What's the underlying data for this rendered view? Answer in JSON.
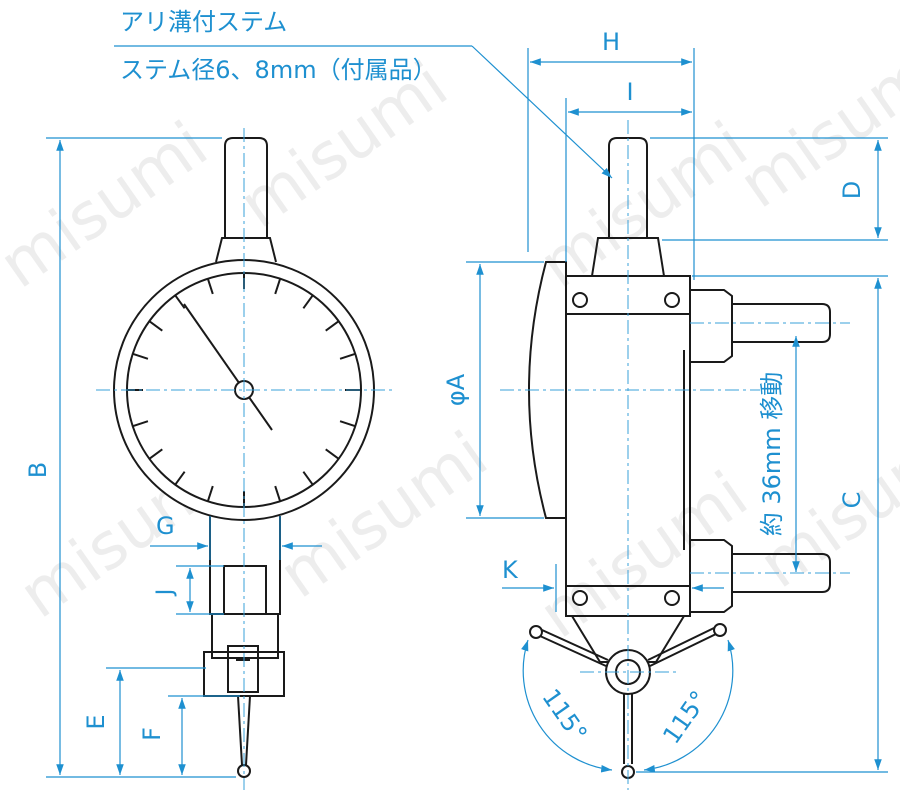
{
  "callout": {
    "line1": "アリ溝付ステム",
    "line2": "ステム径6、8mm（付属品）"
  },
  "dimensions": {
    "A": "φA",
    "B": "B",
    "C": "C",
    "D": "D",
    "E": "E",
    "F": "F",
    "G": "G",
    "H": "H",
    "I": "I",
    "J": "J",
    "K": "K"
  },
  "travel_note": "約 36mm 移動",
  "angle_left": "115°",
  "angle_right": "115°",
  "watermark": "misumi",
  "colors": {
    "dimension": "#1e90d0",
    "outline": "#1a1a1a",
    "watermark": "#d8d8d8"
  }
}
